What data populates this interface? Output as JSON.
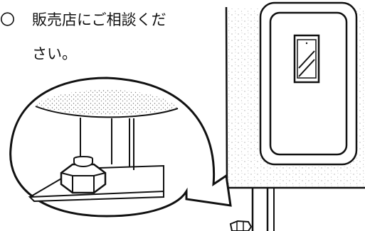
{
  "document": {
    "list_marker": "〇",
    "text_line_1": "販売店にご相談くだ",
    "text_line_2": "さい。"
  },
  "illustration": {
    "subject": "unit-on-legs-with-bolt-detail",
    "callout_detail": "hex-bolt-on-anchor-plate",
    "colors": {
      "line": "#111111",
      "paper": "#ffffff",
      "stipple": "#888888"
    }
  }
}
